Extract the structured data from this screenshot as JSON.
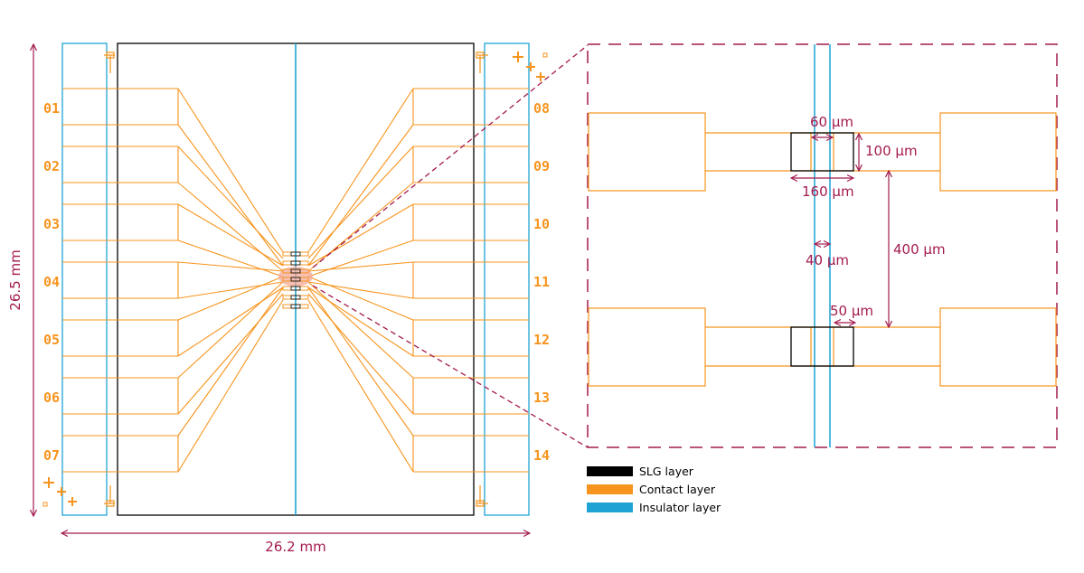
{
  "colors": {
    "slg": "#000000",
    "contact": "#f7941d",
    "insulator": "#1fa3d4",
    "dimension": "#a31a4f",
    "highlight": "#f2a99a"
  },
  "chip": {
    "width_label": "26.2 mm",
    "height_label": "26.5 mm"
  },
  "pads_left": [
    "01",
    "02",
    "03",
    "04",
    "05",
    "06",
    "07"
  ],
  "pads_right": [
    "08",
    "09",
    "10",
    "11",
    "12",
    "13",
    "14"
  ],
  "detail": {
    "dim_60": "60 µm",
    "dim_100": "100 µm",
    "dim_160": "160 µm",
    "dim_40": "40 µm",
    "dim_400": "400 µm",
    "dim_50": "50 µm"
  },
  "legend": [
    {
      "label": "SLG layer",
      "color": "#000000"
    },
    {
      "label": "Contact layer",
      "color": "#f7941d"
    },
    {
      "label": "Insulator layer",
      "color": "#1fa3d4"
    }
  ]
}
